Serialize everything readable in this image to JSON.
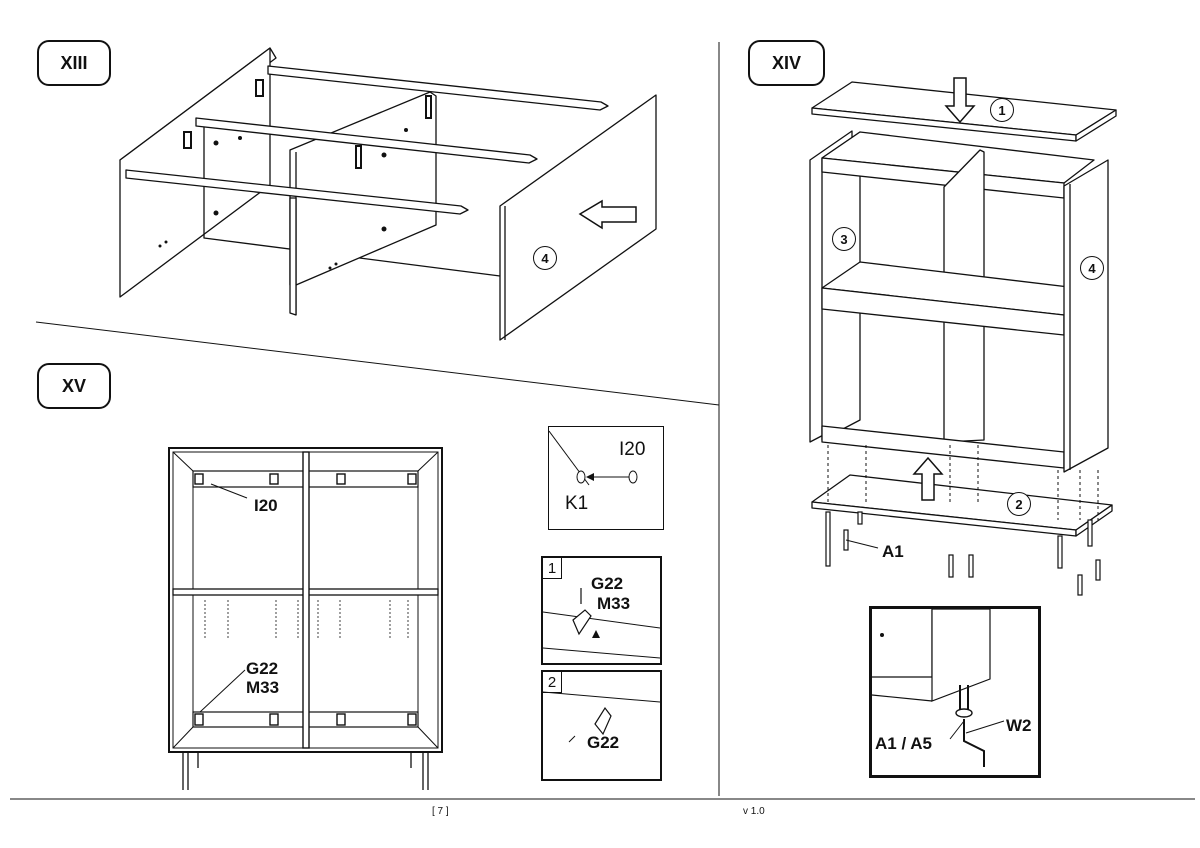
{
  "steps": {
    "xiii": "XIII",
    "xiv": "XIV",
    "xv": "XV"
  },
  "xiii": {
    "panel_no": "4"
  },
  "xiv": {
    "top_no": "1",
    "bottom_no": "2",
    "left_no": "3",
    "right_no": "4",
    "leg_label": "A1"
  },
  "xv": {
    "i20_label": "I20",
    "g22_label": "G22",
    "m33_label": "M33"
  },
  "inset_k1": {
    "i20": "I20",
    "k1": "K1"
  },
  "inset_1": {
    "no": "1",
    "g22": "G22",
    "m33": "M33"
  },
  "inset_2": {
    "no": "2",
    "g22": "G22"
  },
  "inset_leg": {
    "a1a5": "A1 / A5",
    "w2": "W2"
  },
  "footer": {
    "page": "[ 7 ]",
    "version": "v 1.0"
  }
}
